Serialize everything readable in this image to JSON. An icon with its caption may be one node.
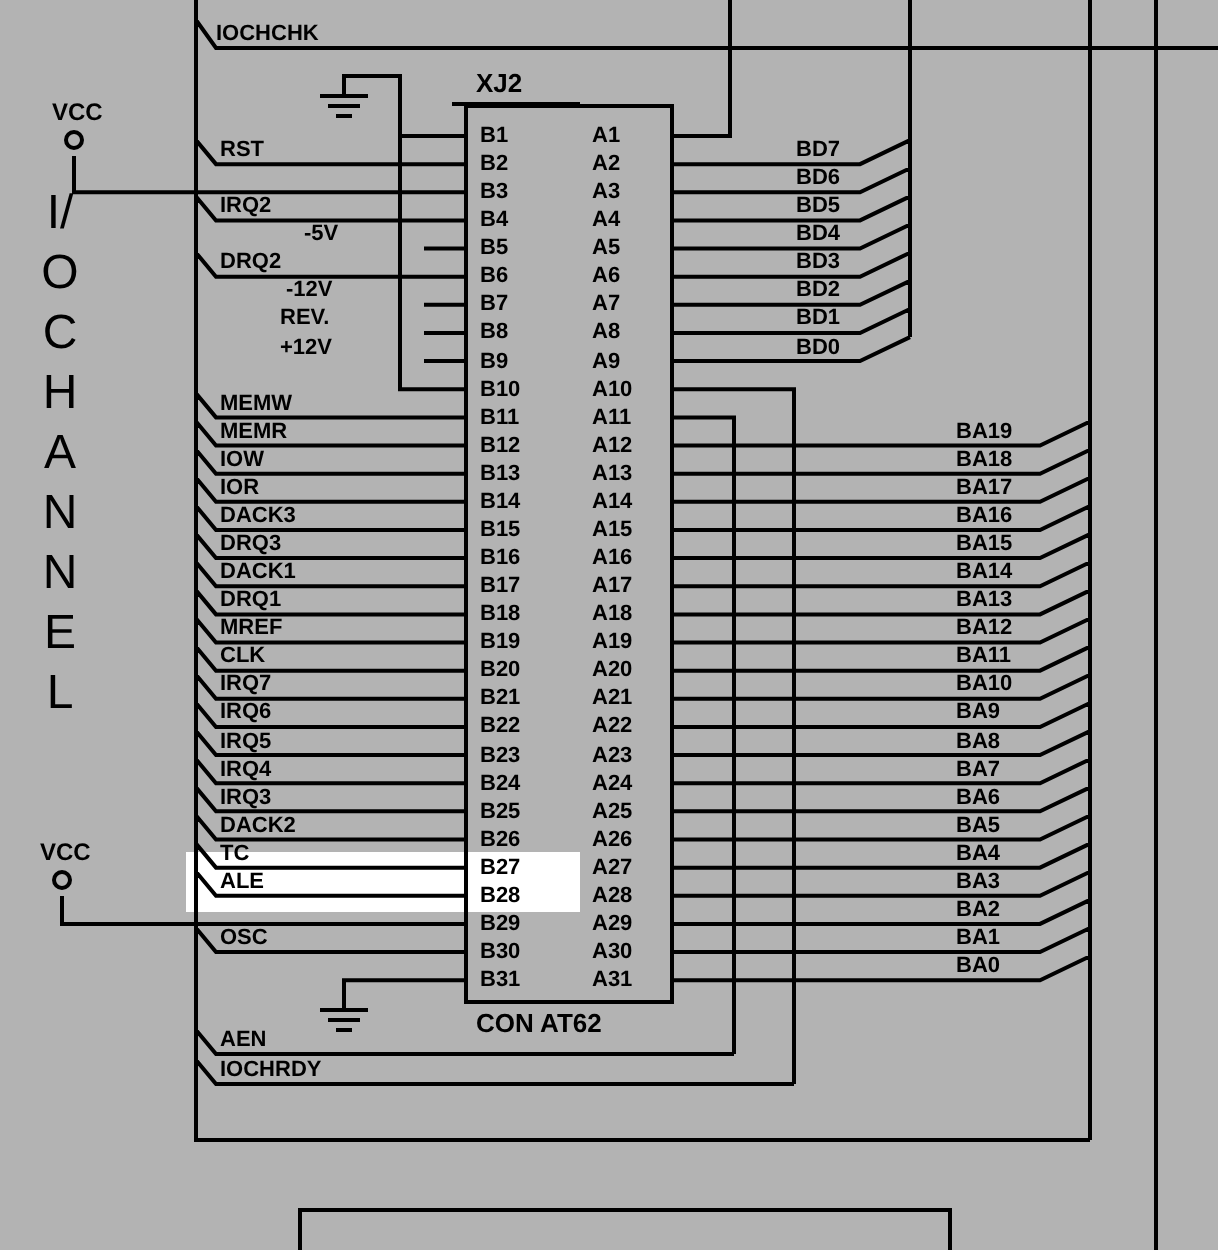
{
  "diagram": {
    "nodes": [
      {
        "text": [
          "XJ2"
        ],
        "beside": [
          "CON AT62"
        ]
      },
      {
        "text": [
          "VCC"
        ]
      },
      {
        "text": [
          "VCC"
        ]
      }
    ],
    "edges": [
      {
        "from": 1,
        "to": 0,
        "arrow": "none"
      },
      {
        "from": 2,
        "to": 0,
        "arrow": "none"
      }
    ],
    "labels": [
      "IOCHCHK",
      "RST",
      "IRQ2",
      "-5V",
      "DRQ2",
      "-12V",
      "REV.",
      "+12V",
      "I/O CHANNEL",
      "MEMW",
      "MEMR",
      "IOW",
      "IOR",
      "DACK3",
      "DRQ3",
      "DACK1",
      "DRQ1",
      "MREF",
      "CLK",
      "IRQ7",
      "IRQ6",
      "IRQ5",
      "IRQ4",
      "IRQ3",
      "DACK2",
      "TC",
      "ALE",
      "OSC",
      "AEN",
      "IOCHRDY",
      "B1",
      "B2",
      "B3",
      "B4",
      "B5",
      "B6",
      "B7",
      "B8",
      "B9",
      "B10",
      "B11",
      "B12",
      "B13",
      "B14",
      "B15",
      "B16",
      "B17",
      "B18",
      "B19",
      "B20",
      "B21",
      "B22",
      "B23",
      "B24",
      "B25",
      "B26",
      "B27",
      "B28",
      "B29",
      "B30",
      "B31",
      "A1",
      "A2",
      "A3",
      "A4",
      "A5",
      "A6",
      "A7",
      "A8",
      "A9",
      "A10",
      "A11",
      "A12",
      "A13",
      "A14",
      "A15",
      "A16",
      "A17",
      "A18",
      "A19",
      "A20",
      "A21",
      "A22",
      "A23",
      "A24",
      "A25",
      "A26",
      "A27",
      "A28",
      "A29",
      "A30",
      "A31",
      "BD7",
      "BD6",
      "BD5",
      "BD4",
      "BD3",
      "BD2",
      "BD1",
      "BD0",
      "BA19",
      "BA18",
      "BA17",
      "BA16",
      "BA15",
      "BA14",
      "BA13",
      "BA12",
      "BA11",
      "BA10",
      "BA9",
      "BA8",
      "BA7",
      "BA6",
      "BA5",
      "BA4",
      "BA3",
      "BA2",
      "BA1",
      "BA0"
    ]
  }
}
